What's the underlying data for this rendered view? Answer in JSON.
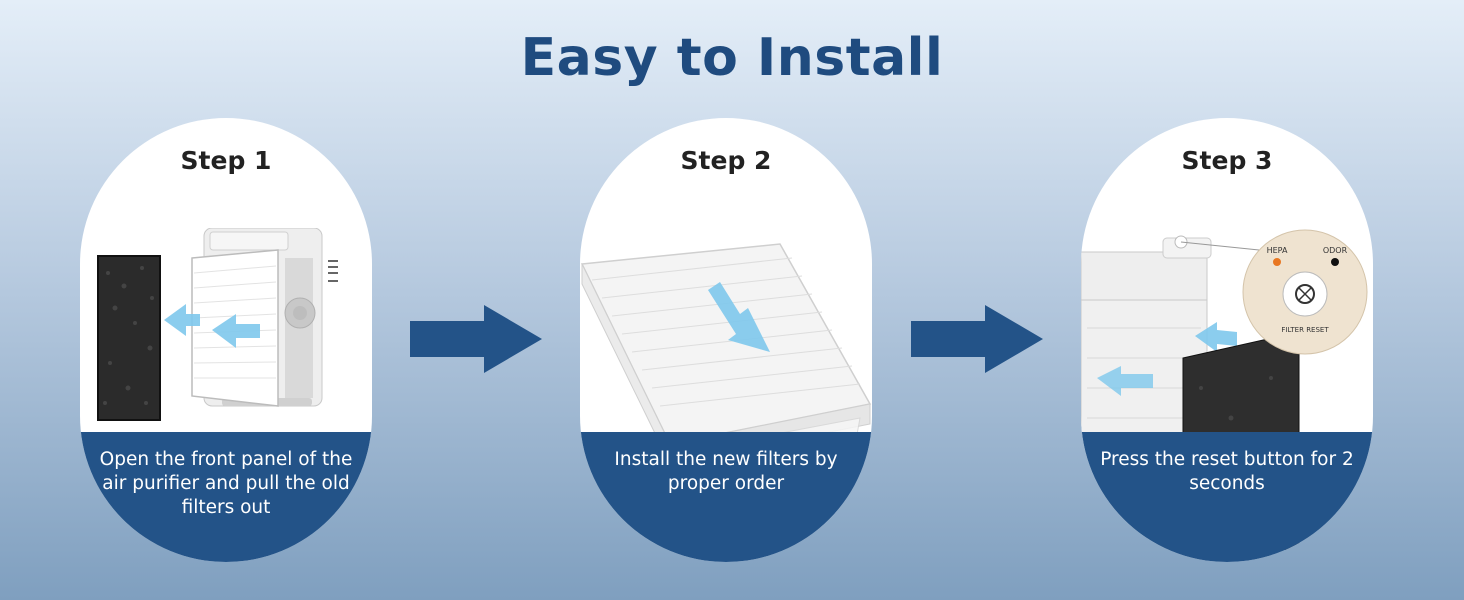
{
  "title": "Easy to Install",
  "steps": [
    {
      "label": "Step 1",
      "caption": "Open the front panel of the air purifier and pull the old filters out"
    },
    {
      "label": "Step 2",
      "caption": "Install the new filters by proper order"
    },
    {
      "label": "Step 3",
      "caption": "Press the reset button for 2 seconds"
    }
  ],
  "control_panel": {
    "hepa_label": "HEPA",
    "odor_label": "ODOR",
    "reset_label": "FILTER RESET"
  },
  "colors": {
    "title": "#1f4b7f",
    "caption_panel": "#235388",
    "arrow": "#235388",
    "guide_arrow": "#7ec8ec",
    "hepa_indicator": "#e87722"
  },
  "icons": [
    "step-arrow-right-icon",
    "pull-out-arrow-icon",
    "insert-arrow-icon",
    "filter-reset-icon"
  ]
}
